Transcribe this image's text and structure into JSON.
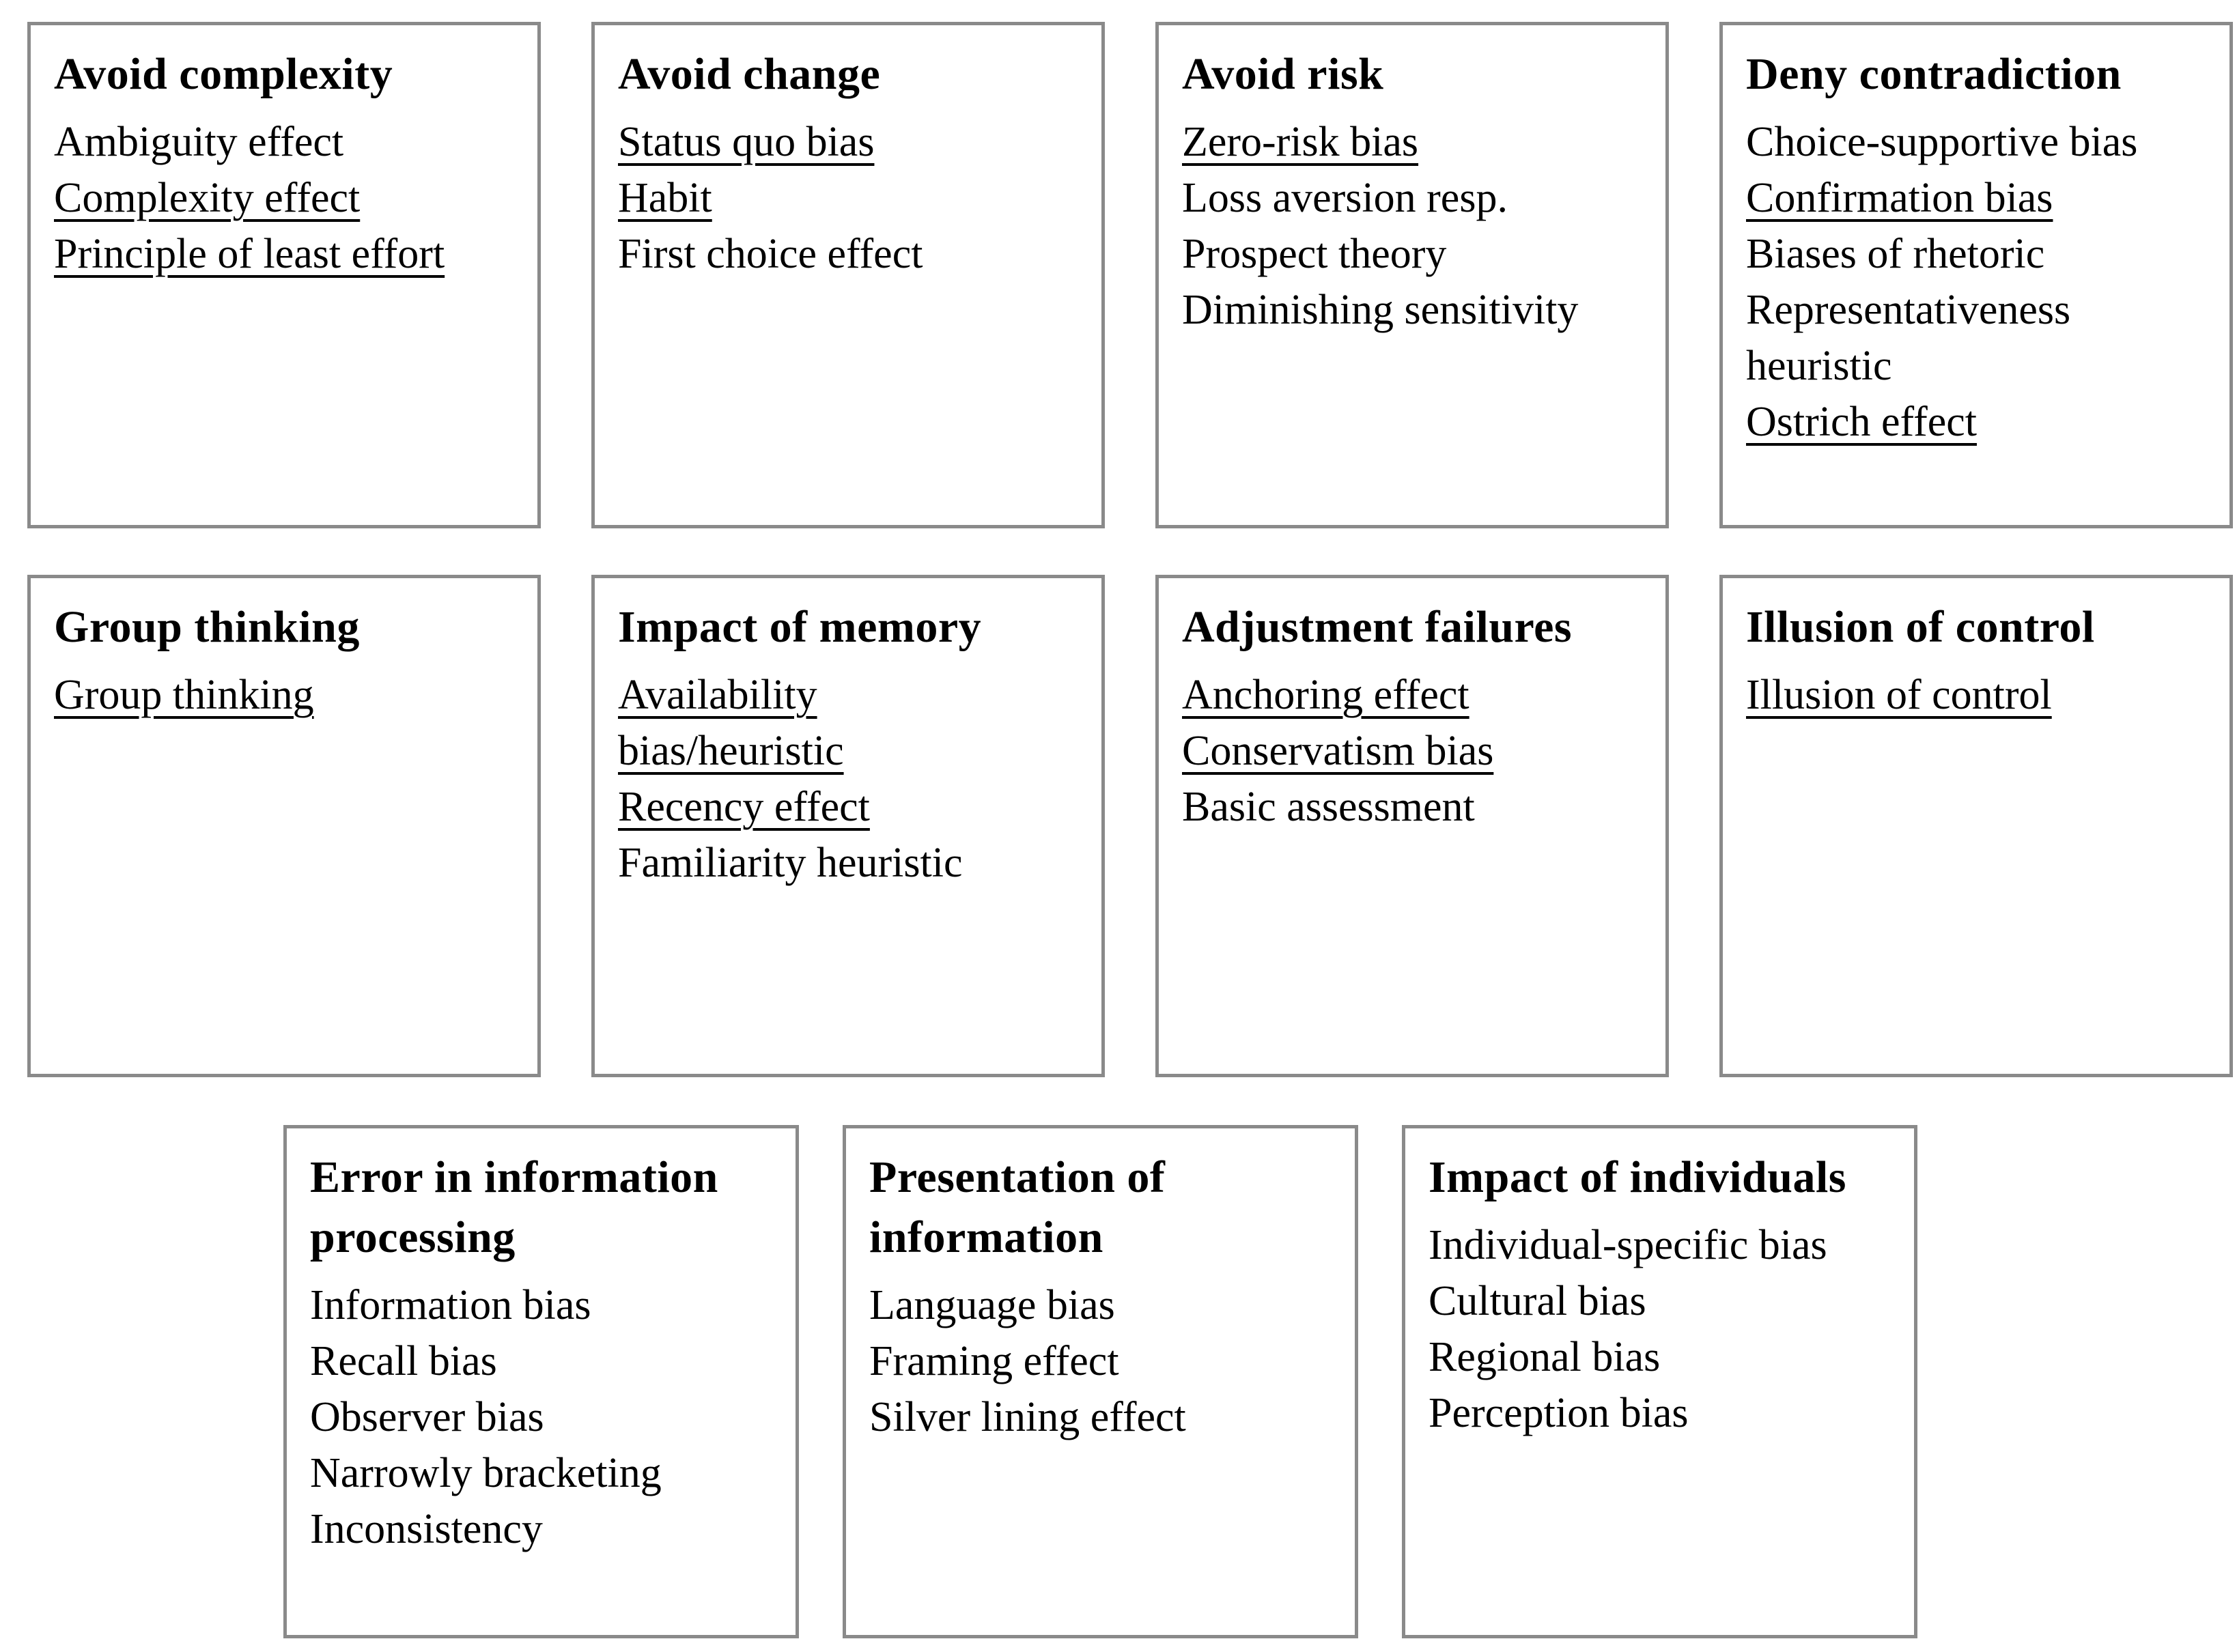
{
  "diagram": {
    "description": "Categories of cognitive biases",
    "colors": {
      "border": "#8a8a8a",
      "text": "#000000",
      "background": "#ffffff"
    },
    "groups": [
      {
        "title": "Avoid complexity",
        "items": [
          {
            "text": "Ambiguity effect",
            "underline": false
          },
          {
            "text": "Complexity effect",
            "underline": true
          },
          {
            "text": "Principle of least effort",
            "underline": true
          }
        ]
      },
      {
        "title": "Avoid change",
        "items": [
          {
            "text": "Status quo bias",
            "underline": true
          },
          {
            "text": "Habit",
            "underline": true
          },
          {
            "text": "First choice effect",
            "underline": false
          }
        ]
      },
      {
        "title": "Avoid risk",
        "items": [
          {
            "text": "Zero-risk bias",
            "underline": true
          },
          {
            "text": "Loss aversion resp.",
            "underline": false
          },
          {
            "text": "Prospect theory",
            "underline": false
          },
          {
            "text": "Diminishing sensitivity",
            "underline": false
          }
        ]
      },
      {
        "title": "Deny contradiction",
        "items": [
          {
            "text": "Choice-supportive bias",
            "underline": false
          },
          {
            "text": "Confirmation bias",
            "underline": true
          },
          {
            "text": "Biases of rhetoric",
            "underline": false
          },
          {
            "text": "Representativeness\nheuristic",
            "underline": false
          },
          {
            "text": "Ostrich effect",
            "underline": true
          }
        ]
      },
      {
        "title": "Group thinking",
        "items": [
          {
            "text": "Group thinking",
            "underline": true
          }
        ]
      },
      {
        "title": "Impact of memory",
        "items": [
          {
            "text": "Availability\nbias/heuristic",
            "underline": true
          },
          {
            "text": "Recency effect",
            "underline": true
          },
          {
            "text": "Familiarity heuristic",
            "underline": false
          }
        ]
      },
      {
        "title": "Adjustment failures",
        "items": [
          {
            "text": "Anchoring effect",
            "underline": true
          },
          {
            "text": "Conservatism bias",
            "underline": true
          },
          {
            "text": "Basic assessment",
            "underline": false
          }
        ]
      },
      {
        "title": "Illusion of control",
        "items": [
          {
            "text": "Illusion of control",
            "underline": true
          }
        ]
      },
      {
        "title": "Error in information\nprocessing",
        "items": [
          {
            "text": "Information bias",
            "underline": false
          },
          {
            "text": "Recall bias",
            "underline": false
          },
          {
            "text": "Observer bias",
            "underline": false
          },
          {
            "text": "Narrowly bracketing",
            "underline": false
          },
          {
            "text": "Inconsistency",
            "underline": false
          }
        ]
      },
      {
        "title": "Presentation of\ninformation",
        "items": [
          {
            "text": "Language bias",
            "underline": false
          },
          {
            "text": "Framing effect",
            "underline": false
          },
          {
            "text": "Silver lining effect",
            "underline": false
          }
        ]
      },
      {
        "title": "Impact of individuals",
        "items": [
          {
            "text": "Individual-specific bias",
            "underline": false
          },
          {
            "text": "Cultural bias",
            "underline": false
          },
          {
            "text": "Regional bias",
            "underline": false
          },
          {
            "text": "Perception bias",
            "underline": false
          }
        ]
      }
    ]
  }
}
